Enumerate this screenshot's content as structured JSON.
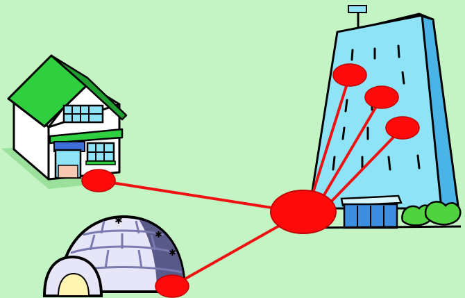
{
  "scene": {
    "background_color": "#c4f4c4",
    "nodes": [
      {
        "name": "house",
        "icon": "house-icon",
        "roof_color": "#2fcf3f",
        "wall_color": "#ffffff"
      },
      {
        "name": "igloo",
        "icon": "igloo-icon",
        "block_color": "#e6e6f8",
        "shadow_color": "#5a5a8a"
      },
      {
        "name": "office-building",
        "icon": "office-building-icon",
        "facade_color": "#8fe3f7",
        "side_color": "#4ab4e6"
      }
    ],
    "connection_color": "#ee1111",
    "hub_color": "#ff0a0a",
    "links": [
      {
        "from": "hub",
        "to": "house"
      },
      {
        "from": "hub",
        "to": "igloo"
      },
      {
        "from": "hub",
        "to": "building-port-1"
      },
      {
        "from": "hub",
        "to": "building-port-2"
      },
      {
        "from": "hub",
        "to": "building-port-3"
      }
    ]
  }
}
